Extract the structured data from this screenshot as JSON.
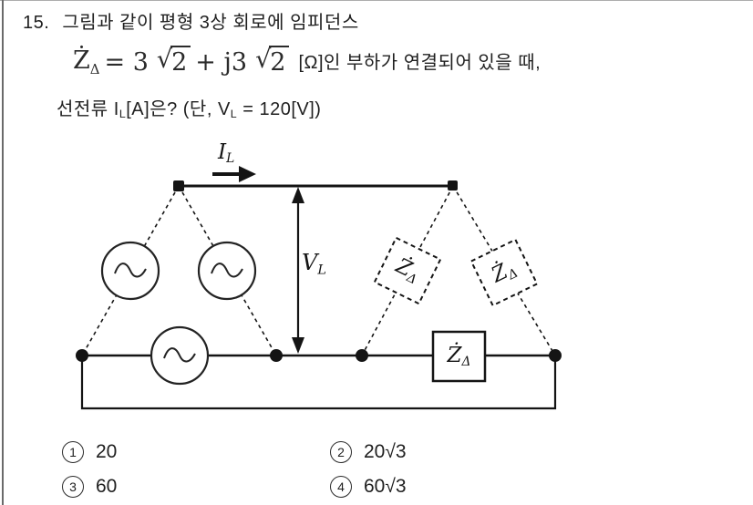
{
  "question": {
    "number": "15.",
    "line1": "그림과 같이 평형 3상 회로에 임피던스",
    "formula": {
      "z_main": "Ż",
      "z_sub": "Δ",
      "equals_coeff": "= 3",
      "sqrt_sign": "√",
      "radicand1": "2",
      "plus_coeff": "+ j3",
      "radicand2": "2",
      "tail": "[Ω]인 부하가 연결되어 있을 때,"
    },
    "line3_pre": "선전류 I",
    "line3_sub1": "L",
    "line3_mid": "[A]은? (단, V",
    "line3_sub2": "L",
    "line3_tail": " = 120[V])"
  },
  "circuit": {
    "current_label": {
      "main": "I",
      "sub": "L"
    },
    "voltage_label": {
      "main": "V",
      "sub": "L"
    },
    "load_label": {
      "main": "Ż",
      "sub": "Δ"
    }
  },
  "options": [
    {
      "num": "1",
      "value": "20"
    },
    {
      "num": "2",
      "value": "20√3"
    },
    {
      "num": "3",
      "value": "60"
    },
    {
      "num": "4",
      "value": "60√3"
    }
  ],
  "colors": {
    "ink": "#1f1f1f",
    "line": "#141414",
    "bg": "#ffffff"
  }
}
